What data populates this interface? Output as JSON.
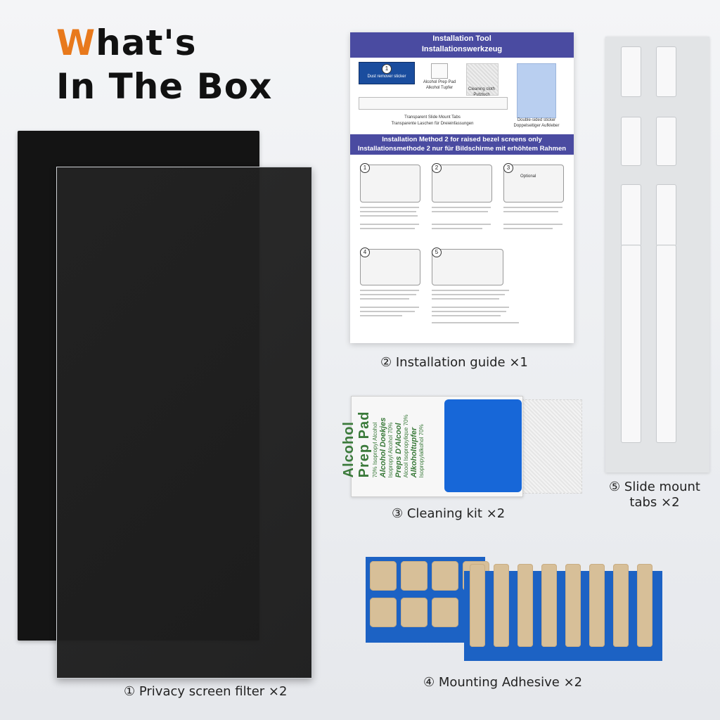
{
  "heading": {
    "accent_letter": "W",
    "line1_rest": "hat's",
    "line2": "In The Box"
  },
  "items": {
    "privacy": {
      "caption": "① Privacy screen filter ×2"
    },
    "guide": {
      "caption": "② Installation guide ×1"
    },
    "cleaning": {
      "caption": "③ Cleaning kit ×2"
    },
    "adhesive": {
      "caption": "④ Mounting Adhesive ×2"
    },
    "slide": {
      "caption_line1": "⑤ Slide mount",
      "caption_line2": "tabs  ×2"
    }
  },
  "guide_doc": {
    "title_en": "Installation Tool",
    "title_de": "Installationswerkzeug",
    "tools": {
      "dust": "Dust remover sticker",
      "alcohol_en": "Alcohol Prep Pad",
      "alcohol_de": "Alkohol Tupfer",
      "cloth_en": "Cleaning cloth",
      "cloth_de": "Putztuch",
      "tabs_en": "Transparent Slide Mount Tabs",
      "tabs_de": "Transparente Laschen für Dreieinfassungen",
      "sticker_en": "Double-sided sticker",
      "sticker_de": "Doppelseitiger Aufkleber"
    },
    "method_en": "Installation Method 2 for raised bezel screens only",
    "method_de": "Installationsmethode 2 nur für Bildschirme mit erhöhtem Rahmen",
    "optional": "Optional"
  },
  "pad": {
    "line1": "Alcohol",
    "line2": "Prep Pad",
    "line3": "70% Isopropyl Alcohol",
    "line4": "Alcohol Doekjes",
    "line5": "Isopropyl Alcohol 70%",
    "line6": "Preps D'Alcool",
    "line7": "Alcool Isopropylique 70%",
    "line8": "Alkoholtupfer",
    "line9": "Isopropylalkohol 70%"
  },
  "colors": {
    "accent": "#e8791c",
    "guide_bar": "#4a4ba1",
    "adhesive_blue": "#1c62c4",
    "pad_blue": "#1767d8"
  }
}
